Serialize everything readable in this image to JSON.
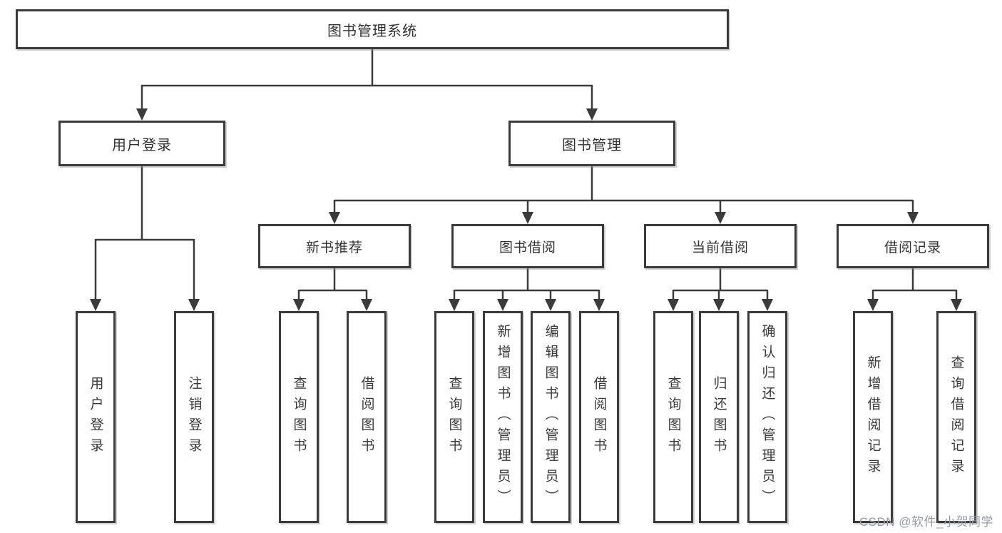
{
  "diagram": {
    "root": {
      "label": "图书管理系统"
    },
    "level2": [
      {
        "label": "用户登录"
      },
      {
        "label": "图书管理"
      }
    ],
    "level3": [
      {
        "label": "新书推荐",
        "parent": "图书管理"
      },
      {
        "label": "图书借阅",
        "parent": "图书管理"
      },
      {
        "label": "当前借阅",
        "parent": "图书管理"
      },
      {
        "label": "借阅记录",
        "parent": "图书管理"
      }
    ],
    "leaves": [
      {
        "label": "用户登录",
        "parent": "用户登录"
      },
      {
        "label": "注销登录",
        "parent": "用户登录"
      },
      {
        "label": "查询图书",
        "parent": "新书推荐"
      },
      {
        "label": "借阅图书",
        "parent": "新书推荐"
      },
      {
        "label": "查询图书",
        "parent": "图书借阅"
      },
      {
        "label": "新增图书（管理员）",
        "parent": "图书借阅"
      },
      {
        "label": "编辑图书（管理员）",
        "parent": "图书借阅"
      },
      {
        "label": "借阅图书",
        "parent": "图书借阅"
      },
      {
        "label": "查询图书",
        "parent": "当前借阅"
      },
      {
        "label": "归还图书",
        "parent": "当前借阅"
      },
      {
        "label": "确认归还（管理员）",
        "parent": "当前借阅"
      },
      {
        "label": "新增借阅记录",
        "parent": "借阅记录"
      },
      {
        "label": "查询借阅记录",
        "parent": "借阅记录"
      }
    ]
  },
  "watermark": {
    "text": "CSDN @软件_小贺同学",
    "color": "#9a9ca4"
  },
  "colors": {
    "line": "#3b3b3c",
    "text": "#333333",
    "background": "#ffffff"
  }
}
